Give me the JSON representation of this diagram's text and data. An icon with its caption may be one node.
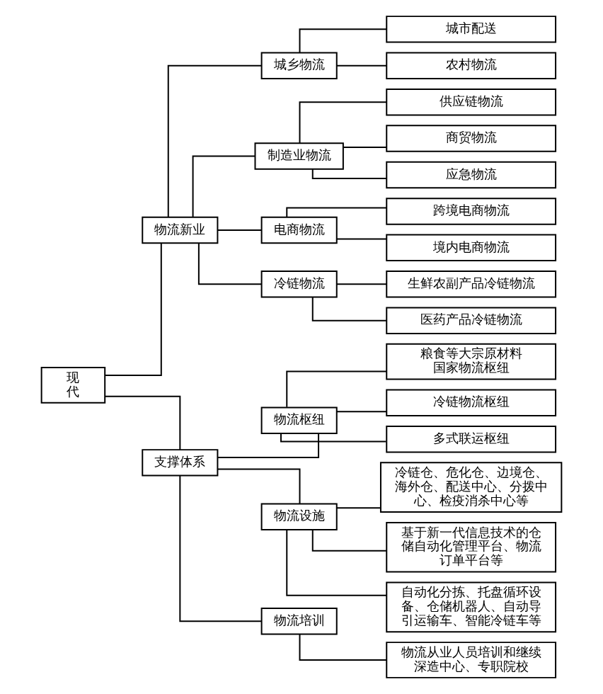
{
  "diagram": {
    "nodes": [
      {
        "text": [
          "现代"
        ]
      },
      {
        "text": [
          "物流新业"
        ]
      },
      {
        "text": [
          "城乡物流"
        ]
      },
      {
        "text": [
          "城市配送"
        ]
      },
      {
        "text": [
          "农村物流"
        ]
      },
      {
        "text": [
          "制造业物流"
        ]
      },
      {
        "text": [
          "供应链物流"
        ]
      },
      {
        "text": [
          "商贸物流"
        ]
      },
      {
        "text": [
          "应急物流"
        ]
      },
      {
        "text": [
          "电商物流"
        ]
      },
      {
        "text": [
          "跨境电商物流"
        ]
      },
      {
        "text": [
          "境内电商物流"
        ]
      },
      {
        "text": [
          "冷链物流"
        ]
      },
      {
        "text": [
          "生鲜农副产品冷链物流"
        ]
      },
      {
        "text": [
          "医药产品冷链物流"
        ]
      },
      {
        "text": [
          "支撑体系"
        ]
      },
      {
        "text": [
          "物流枢纽"
        ]
      },
      {
        "text": [
          "粮食等大宗原材料国家物流枢纽"
        ]
      },
      {
        "text": [
          "冷链物流枢纽"
        ]
      },
      {
        "text": [
          "多式联运枢纽"
        ]
      },
      {
        "text": [
          "物流设施"
        ]
      },
      {
        "text": [
          "冷链仓、危化仓、边境仓、海外仓、配送中心、分拨中心、检疫消杀中心等"
        ]
      },
      {
        "text": [
          "基于新一代信息技术的仓储自动化管理平台、物流订单平台等"
        ]
      },
      {
        "text": [
          "自动化分拣、托盘循环设备、仓储机器人、自动导引运输车、智能冷链车等"
        ]
      },
      {
        "text": [
          "物流培训"
        ]
      },
      {
        "text": [
          "物流从业人员培训和继续深造中心、专职院校"
        ]
      }
    ],
    "edges": [
      {
        "from": 0,
        "to": 1,
        "arrow": "none"
      },
      {
        "from": 1,
        "to": 2,
        "arrow": "none"
      },
      {
        "from": 2,
        "to": 3,
        "arrow": "none"
      },
      {
        "from": 2,
        "to": 4,
        "arrow": "none"
      },
      {
        "from": 1,
        "to": 5,
        "arrow": "none"
      },
      {
        "from": 5,
        "to": 6,
        "arrow": "none"
      },
      {
        "from": 5,
        "to": 7,
        "arrow": "none"
      },
      {
        "from": 5,
        "to": 8,
        "arrow": "none"
      },
      {
        "from": 1,
        "to": 9,
        "arrow": "none"
      },
      {
        "from": 9,
        "to": 10,
        "arrow": "none"
      },
      {
        "from": 9,
        "to": 11,
        "arrow": "none"
      },
      {
        "from": 1,
        "to": 12,
        "arrow": "none"
      },
      {
        "from": 12,
        "to": 13,
        "arrow": "none"
      },
      {
        "from": 12,
        "to": 14,
        "arrow": "none"
      },
      {
        "from": 0,
        "to": 15,
        "arrow": "none"
      },
      {
        "from": 15,
        "to": 16,
        "arrow": "none"
      },
      {
        "from": 16,
        "to": 17,
        "arrow": "none"
      },
      {
        "from": 16,
        "to": 18,
        "arrow": "none"
      },
      {
        "from": 16,
        "to": 19,
        "arrow": "none"
      },
      {
        "from": 15,
        "to": 20,
        "arrow": "none"
      },
      {
        "from": 20,
        "to": 21,
        "arrow": "none"
      },
      {
        "from": 20,
        "to": 22,
        "arrow": "none"
      },
      {
        "from": 20,
        "to": 23,
        "arrow": "none"
      },
      {
        "from": 15,
        "to": 24,
        "arrow": "none"
      },
      {
        "from": 24,
        "to": 25,
        "arrow": "none"
      }
    ]
  }
}
